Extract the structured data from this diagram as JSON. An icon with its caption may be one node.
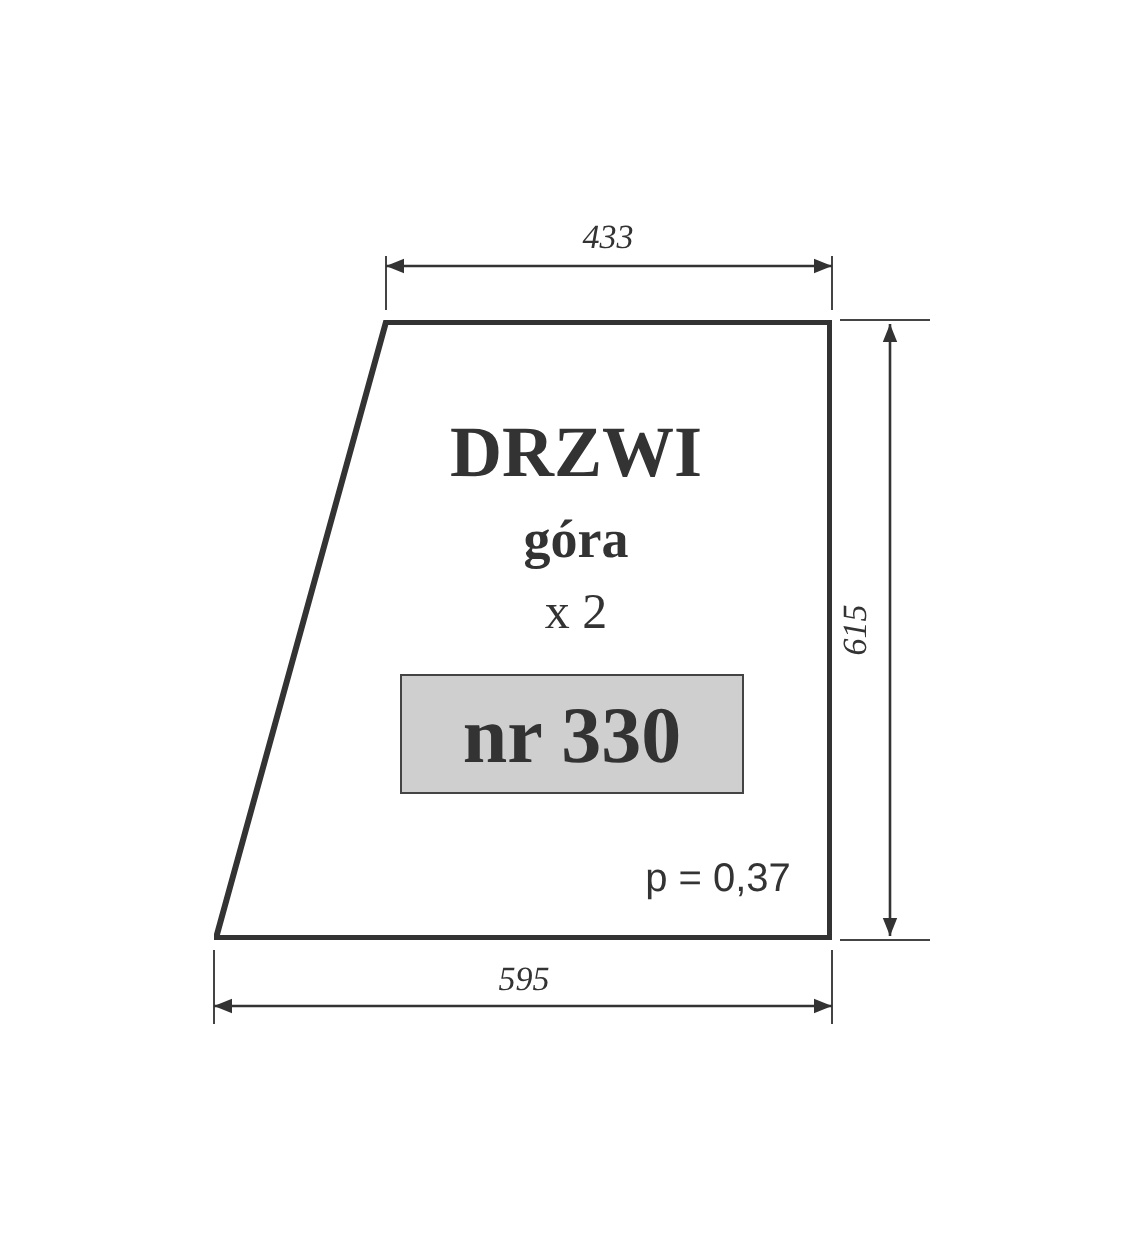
{
  "diagram": {
    "nodes": [
      {
        "text": [
          "DRZWI",
          "góra",
          "x 2",
          "p = 0,37"
        ]
      },
      {
        "text": [
          "nr 330"
        ],
        "in": 0
      }
    ],
    "labels": [
      "433",
      "615",
      "595"
    ]
  }
}
